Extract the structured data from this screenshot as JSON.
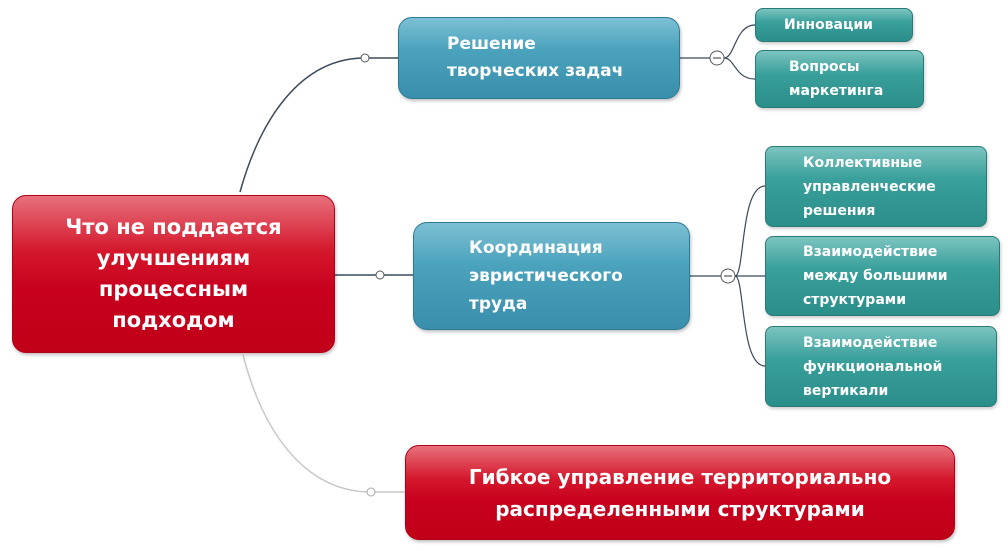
{
  "central": {
    "lines": [
      "Что не поддается",
      "улучшениям",
      "процессным",
      "подходом"
    ]
  },
  "branches": [
    {
      "lines": [
        "Решение",
        "творческих задач"
      ],
      "children": [
        {
          "lines": [
            "Инновации"
          ]
        },
        {
          "lines": [
            "Вопросы",
            "маркетинга"
          ]
        }
      ]
    },
    {
      "lines": [
        "Координация",
        "эвристического",
        "труда"
      ],
      "children": [
        {
          "lines": [
            "Коллективные",
            "управленческие",
            "решения"
          ]
        },
        {
          "lines": [
            "Взаимодействие",
            "между большими",
            "структурами"
          ]
        },
        {
          "lines": [
            "Взаимодействие",
            "функциональной",
            "вертикали"
          ]
        }
      ]
    },
    {
      "lines": [
        "Гибкое управление территориально",
        "распределенными структурами"
      ]
    }
  ],
  "colors": {
    "red": "#c8001e",
    "blue": "#3a8fac",
    "teal": "#2a8e8a"
  }
}
